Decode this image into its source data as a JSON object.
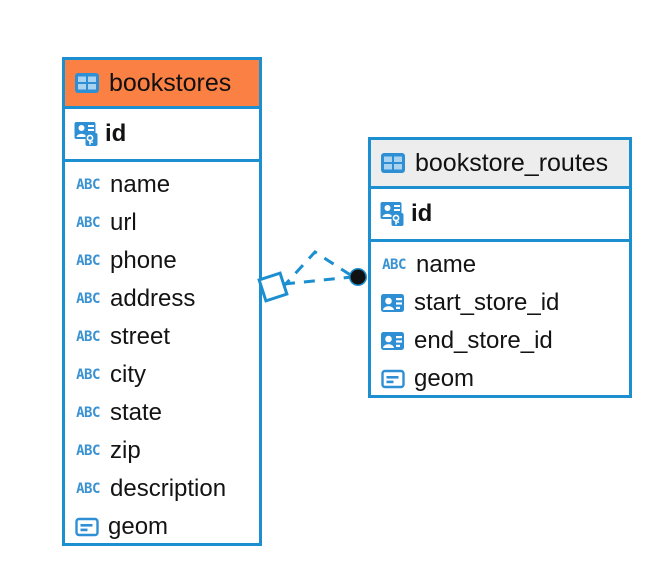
{
  "diagram": {
    "type": "entity-relationship-diagram",
    "background_color": "#ffffff",
    "accent_color": "#1b8fd0",
    "highlight_color": "#fb8044",
    "neutral_header_color": "#ededed"
  },
  "entities": [
    {
      "name": "bookstores",
      "header_color": "#fb8044",
      "header_icon": "table-icon",
      "primary_key": {
        "label": "id",
        "icon": "primary-key-icon",
        "type": "pk"
      },
      "fields": [
        {
          "label": "name",
          "icon": "abc-icon",
          "type": "text"
        },
        {
          "label": "url",
          "icon": "abc-icon",
          "type": "text"
        },
        {
          "label": "phone",
          "icon": "abc-icon",
          "type": "text"
        },
        {
          "label": "address",
          "icon": "abc-icon",
          "type": "text"
        },
        {
          "label": "street",
          "icon": "abc-icon",
          "type": "text"
        },
        {
          "label": "city",
          "icon": "abc-icon",
          "type": "text"
        },
        {
          "label": "state",
          "icon": "abc-icon",
          "type": "text"
        },
        {
          "label": "zip",
          "icon": "abc-icon",
          "type": "text"
        },
        {
          "label": "description",
          "icon": "abc-icon",
          "type": "text"
        },
        {
          "label": "geom",
          "icon": "geometry-icon",
          "type": "geometry"
        }
      ]
    },
    {
      "name": "bookstore_routes",
      "header_color": "#ededed",
      "header_icon": "table-icon",
      "primary_key": {
        "label": "id",
        "icon": "primary-key-icon",
        "type": "pk"
      },
      "fields": [
        {
          "label": "name",
          "icon": "abc-icon",
          "type": "text"
        },
        {
          "label": "start_store_id",
          "icon": "foreign-key-icon",
          "type": "fk"
        },
        {
          "label": "end_store_id",
          "icon": "foreign-key-icon",
          "type": "fk"
        },
        {
          "label": "geom",
          "icon": "geometry-icon",
          "type": "geometry"
        }
      ]
    }
  ],
  "relationship": {
    "from": "bookstores",
    "to": "bookstore_routes",
    "line_style": "dashed",
    "line_color": "#1b8fd0",
    "source_marker": "diamond-outline",
    "target_marker": "filled-circle",
    "target_marker_color": "#111111"
  },
  "abc_icon_text": "ABC"
}
